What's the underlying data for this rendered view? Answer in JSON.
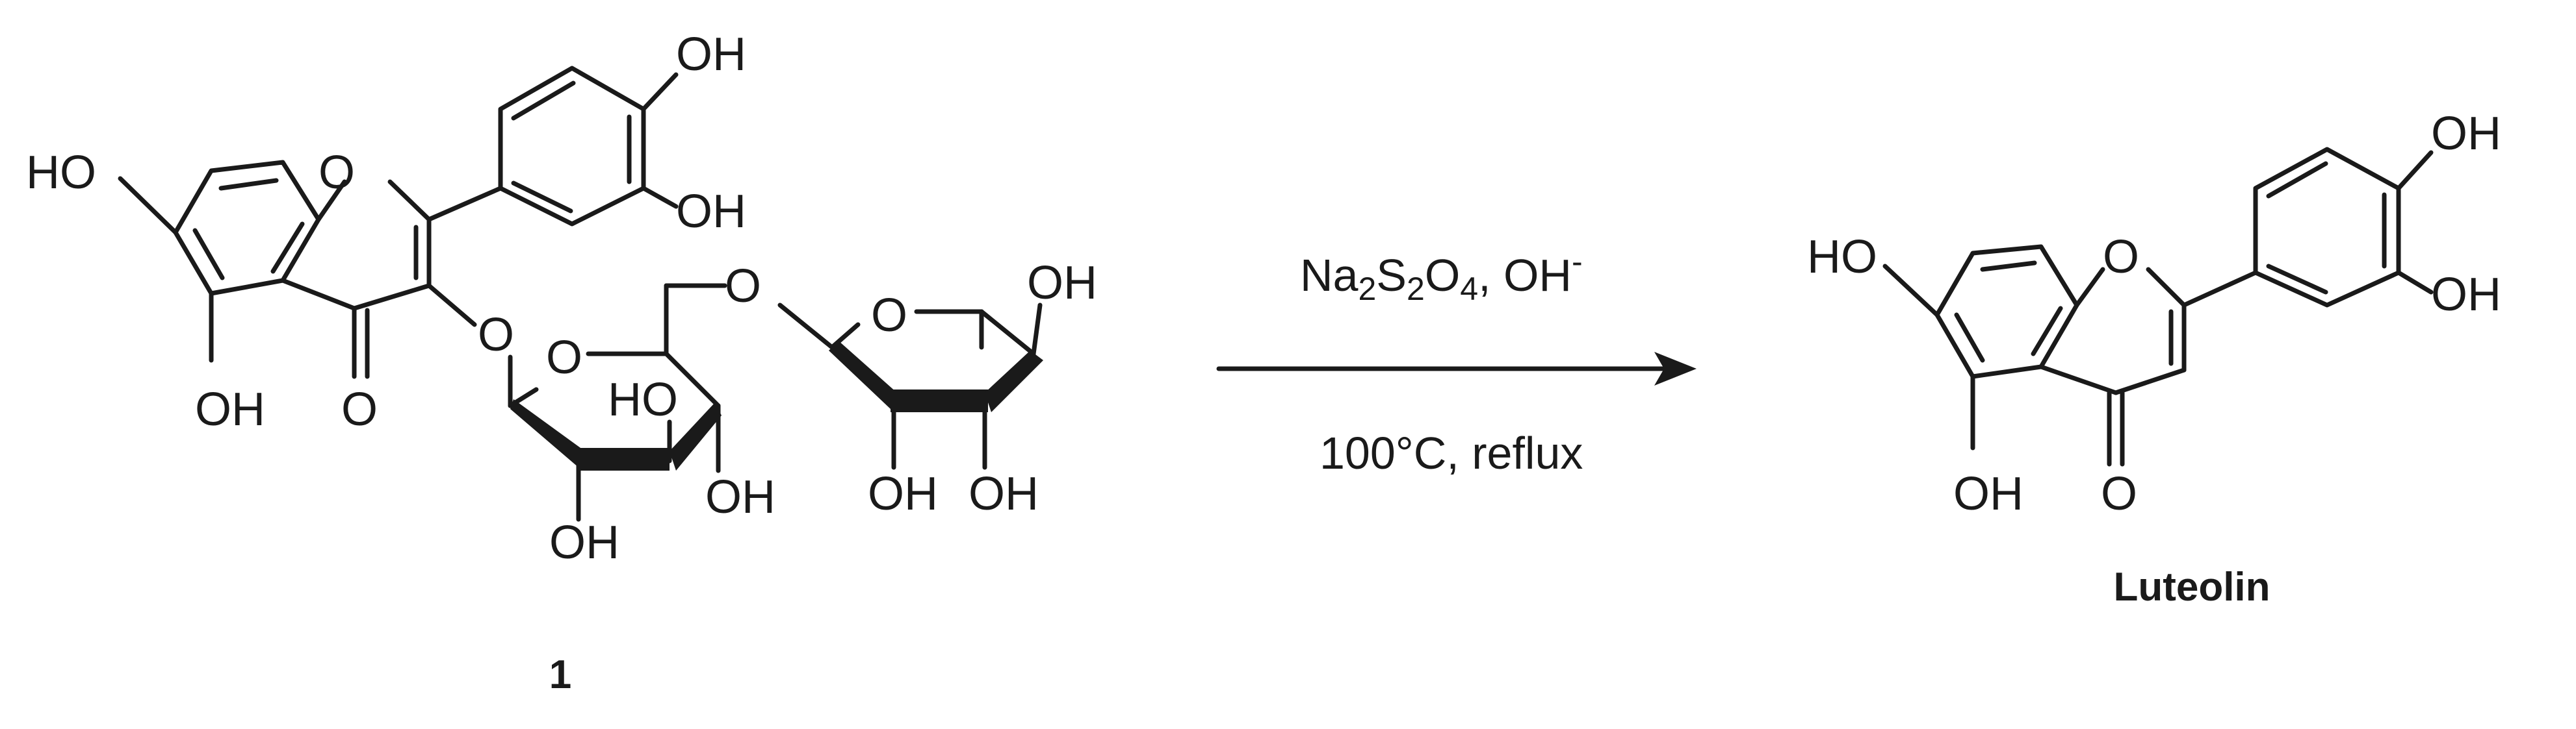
{
  "reactant": {
    "compound_number": "1",
    "atom_labels": {
      "oh_a7": "HO",
      "o_ring1": "O",
      "oh_b4": "OH",
      "oh_b3": "OH",
      "oh_a5": "OH",
      "carbonyl": "O",
      "o_link1": "O",
      "o_glc_ring": "O",
      "o_link2": "O",
      "o_rha_ring": "O",
      "oh_glc_4": "HO",
      "oh_glc_3": "OH",
      "oh_glc_2": "OH",
      "oh_rha_4": "OH",
      "oh_rha_2": "OH",
      "oh_rha_3": "OH"
    }
  },
  "conditions": {
    "reagent_base": "Na",
    "reagent_sub1": "2",
    "reagent_mid": "S",
    "reagent_sub2": "2",
    "reagent_o": "O",
    "reagent_sub3": "4",
    "reagent_tail": ", OH",
    "reagent_charge": "-",
    "temp": "100°C, reflux"
  },
  "product": {
    "name": "Luteolin",
    "atom_labels": {
      "oh_a7": "HO",
      "o_ring1": "O",
      "oh_b4": "OH",
      "oh_b3": "OH",
      "oh_a5": "OH",
      "carbonyl": "O"
    }
  }
}
